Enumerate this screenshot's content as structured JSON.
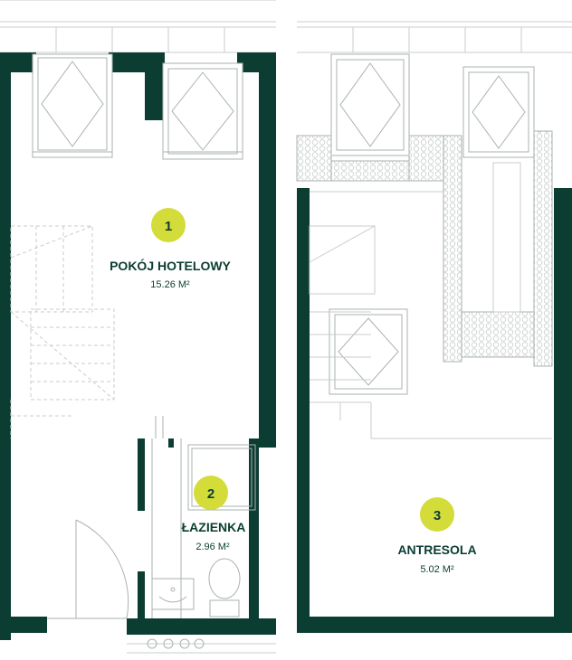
{
  "colors": {
    "wall": "#0b3d32",
    "line": "#bfc6c3",
    "dash": "#c8cecc",
    "badge": "#d4dc3a",
    "text": "#0b3d32",
    "hatch_fill": "#f2f4f3"
  },
  "rooms": [
    {
      "number": "1",
      "name": "POKÓJ HOTELOWY",
      "area": "15.26 M²"
    },
    {
      "number": "2",
      "name": "ŁAZIENKA",
      "area": "2.96 M²"
    },
    {
      "number": "3",
      "name": "ANTRESOLA",
      "area": "5.02 M²"
    }
  ],
  "icons": {
    "window": "window-icon",
    "door": "door-swing-icon",
    "shower": "shower-tray-icon",
    "toilet": "toilet-icon",
    "sink": "sink-icon",
    "stairs": "stairs-icon"
  }
}
